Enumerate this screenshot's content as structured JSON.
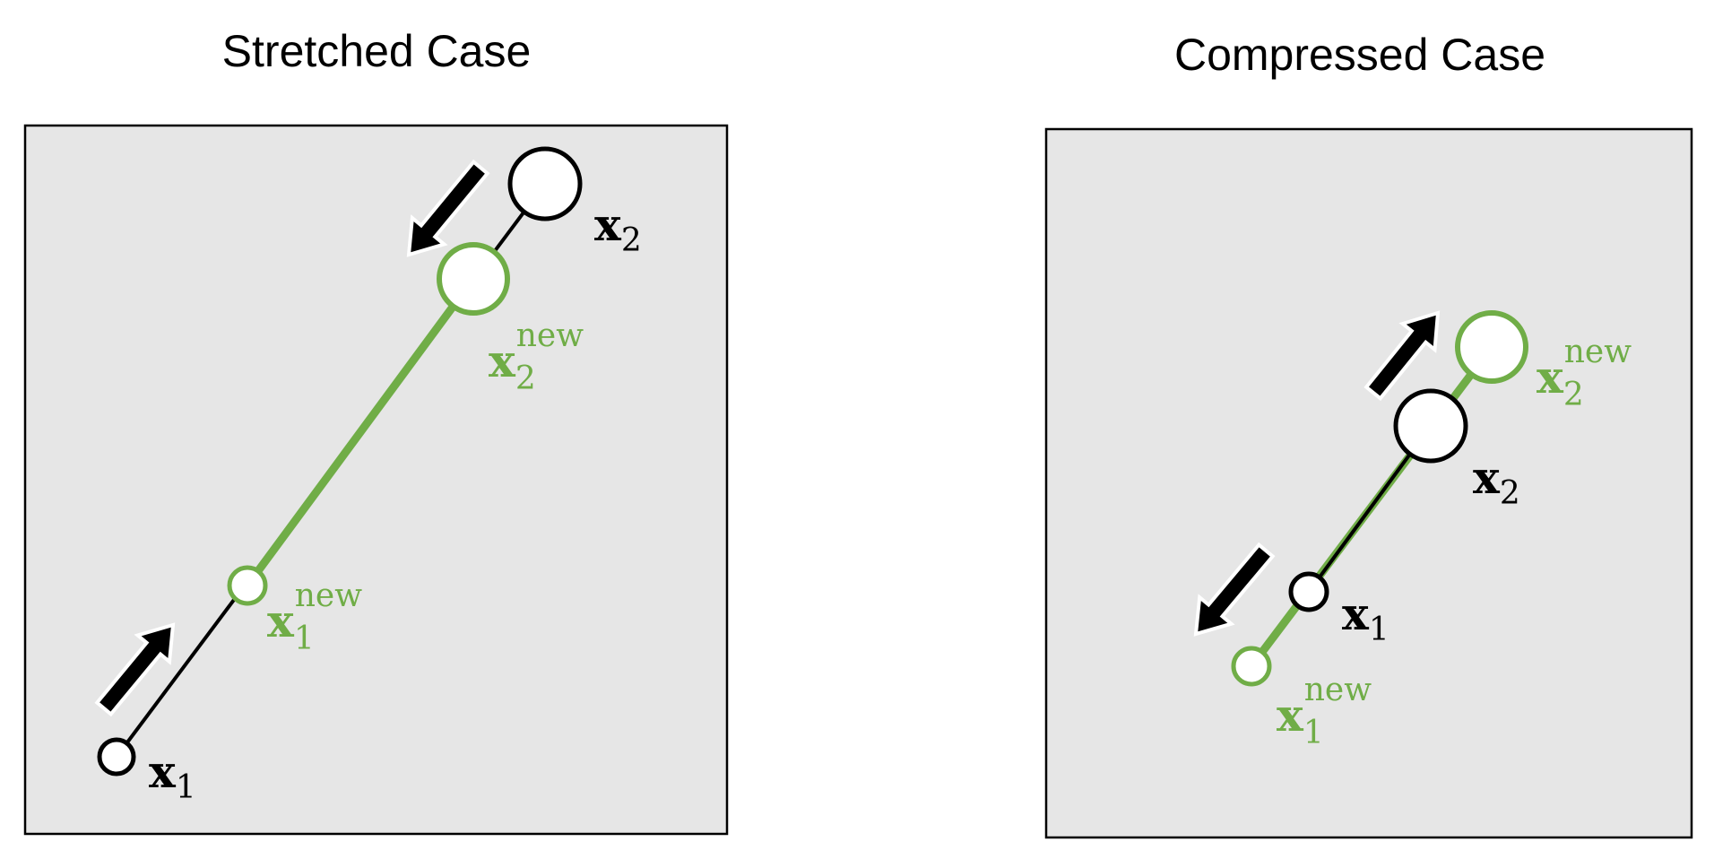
{
  "colors": {
    "green": "#70ad47",
    "panel": "#e6e6e6",
    "black": "#000000"
  },
  "panels": [
    {
      "title": "Stretched Case",
      "labels": {
        "x1": {
          "base": "x",
          "sub": "1"
        },
        "x2": {
          "base": "x",
          "sub": "2"
        },
        "x1new": {
          "base": "x",
          "sub": "1",
          "sup": "new"
        },
        "x2new": {
          "base": "x",
          "sub": "2",
          "sup": "new"
        }
      }
    },
    {
      "title": "Compressed Case",
      "labels": {
        "x1": {
          "base": "x",
          "sub": "1"
        },
        "x2": {
          "base": "x",
          "sub": "2"
        },
        "x1new": {
          "base": "x",
          "sub": "1",
          "sup": "new"
        },
        "x2new": {
          "base": "x",
          "sub": "2",
          "sup": "new"
        }
      }
    }
  ]
}
